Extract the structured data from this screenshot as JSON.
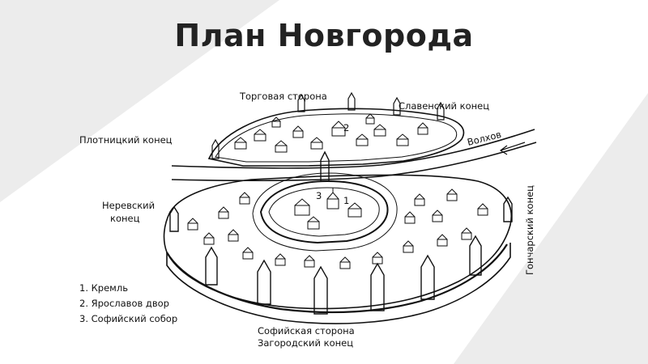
{
  "page": {
    "title": "План Новгорода"
  },
  "map": {
    "labels": {
      "torgovaya": "Торговая сторона",
      "slavensky": "Славенский конец",
      "plotnitsky": "Плотницкий конец",
      "volkhov": "Волхов",
      "nerevsky_1": "Неревский",
      "nerevsky_2": "конец",
      "goncharsky": "Гончарский конец",
      "sofiyskaya": "Софийская сторона",
      "zagorodsky": "Загородский конец",
      "marker_1": "1",
      "marker_2": "2",
      "marker_3": "3"
    },
    "legend": [
      "1. Кремль",
      "2. Ярославов двор",
      "3. Софийский собор"
    ]
  },
  "colors": {
    "ink": "#111111",
    "background_tint": "#efefef"
  }
}
